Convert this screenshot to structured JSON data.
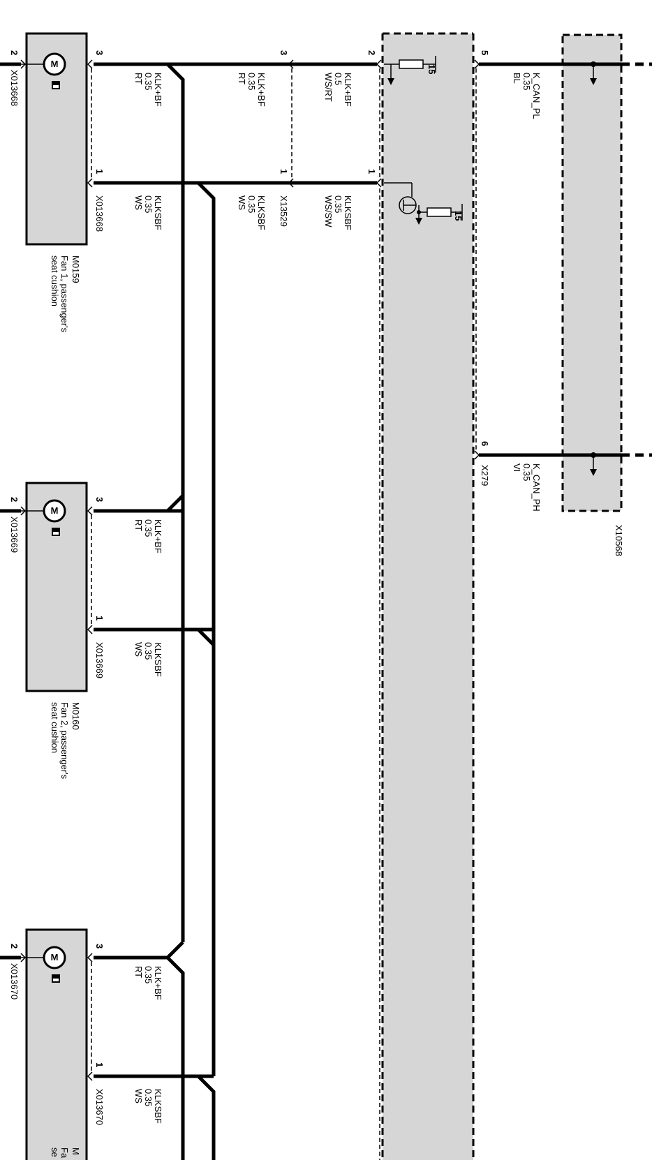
{
  "components": {
    "fan1": {
      "id": "M0159",
      "name_line1": "Fan 1, passenger's",
      "name_line2": "seat cushion"
    },
    "fan2": {
      "id": "M0160",
      "name_line1": "Fan 2, passenger's",
      "name_line2": "seat cushion"
    },
    "fan3": {
      "id_partial": "M",
      "name_line1_partial": "Fa",
      "name_line2_partial": "se"
    }
  },
  "connectors": {
    "fan1_left": "X013668",
    "fan1_right": "X013668",
    "fan2_left": "X013669",
    "fan2_right": "X013669",
    "fan3_left": "X013670",
    "fan3_right": "X013670",
    "splice": "X13529",
    "control_unit": "X279",
    "can_block": "X10568"
  },
  "pins": {
    "fan1_p2": "2",
    "fan1_p3": "3",
    "fan1_p1": "1",
    "fan2_p2": "2",
    "fan2_p3": "3",
    "fan2_p1": "1",
    "fan3_p2": "2",
    "fan3_p3": "3",
    "fan3_p1": "1",
    "splice_p3": "3",
    "splice_p1": "1",
    "ecu_p2": "2",
    "ecu_p1": "1",
    "ecu_p5": "5",
    "ecu_p6": "6"
  },
  "wires": {
    "w_plus_fan1": {
      "signal": "KLK+BF",
      "size": "0.35",
      "color": "RT"
    },
    "w_plus_splice": {
      "signal": "KLK+BF",
      "size": "0.35",
      "color": "RT"
    },
    "w_plus_ecu": {
      "signal": "KLK+BF",
      "size": "0.5",
      "color": "WS/RT"
    },
    "w_can_pl": {
      "signal": "K_CAN_PL",
      "size": "0.35",
      "color": "BL"
    },
    "w_minus_fan1": {
      "signal": "KLKSBF",
      "size": "0.35",
      "color": "WS"
    },
    "w_minus_splice": {
      "signal": "KLKSBF",
      "size": "0.35",
      "color": "WS"
    },
    "w_minus_ecu": {
      "signal": "KLKSBF",
      "size": "0.35",
      "color": "WS/SW"
    },
    "w_plus_fan2": {
      "signal": "KLK+BF",
      "size": "0.35",
      "color": "RT"
    },
    "w_minus_fan2": {
      "signal": "KLKSBF",
      "size": "0.35",
      "color": "WS"
    },
    "w_can_ph": {
      "signal": "K_CAN_PH",
      "size": "0.35",
      "color": "VI"
    },
    "w_plus_fan3": {
      "signal": "KLK+BF",
      "size": "0.35",
      "color": "RT"
    },
    "w_minus_fan3": {
      "signal": "KLKSBF",
      "size": "0.35",
      "color": "WS"
    }
  },
  "ecu_internal": {
    "terminal_a": "15",
    "terminal_b": "15"
  },
  "colors": {
    "block_fill": "#d6d6d6",
    "line": "#000000"
  }
}
